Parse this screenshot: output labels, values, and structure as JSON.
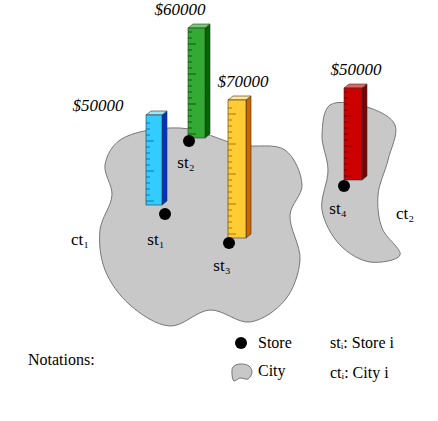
{
  "diagram": {
    "nodes": [
      {
        "text": [
          "ct₁"
        ]
      },
      {
        "text": [
          "st₁",
          "$50000"
        ],
        "in": 0
      },
      {
        "text": [
          "st₂",
          "$60000"
        ],
        "in": 0
      },
      {
        "text": [
          "st₃",
          "$70000"
        ],
        "in": 0
      },
      {
        "text": [
          "ct₂"
        ]
      },
      {
        "text": [
          "st₄",
          "$50000"
        ],
        "in": 4
      }
    ],
    "labels": [
      "Notations:",
      "stᵢ: Store i",
      "ctᵢ: City i"
    ],
    "legend": [
      {
        "text": "Store"
      },
      {
        "text": "City"
      }
    ]
  }
}
